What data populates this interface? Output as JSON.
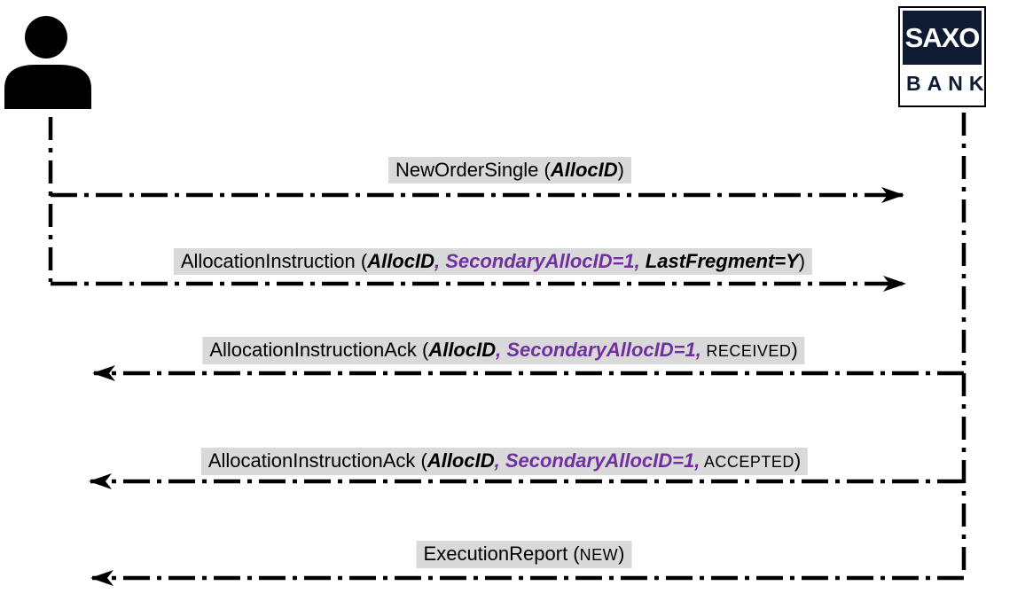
{
  "actors": {
    "client": {
      "icon": "person-icon"
    },
    "bank": {
      "name_top": "SAXO",
      "name_bottom": "BANK"
    }
  },
  "colors": {
    "highlight": "#d9d9d9",
    "purple": "#7030a0",
    "navy": "#0f1b33",
    "line": "#000000"
  },
  "messages": [
    {
      "id": 1,
      "from": "client",
      "to": "bank",
      "direction": "right",
      "segments": [
        {
          "style": "regular",
          "text": "NewOrderSingle ("
        },
        {
          "style": "bold-italic",
          "text": "AllocID"
        },
        {
          "style": "regular",
          "text": ")"
        }
      ]
    },
    {
      "id": 2,
      "from": "client",
      "to": "bank",
      "direction": "right",
      "segments": [
        {
          "style": "regular",
          "text": "AllocationInstruction ("
        },
        {
          "style": "bold-italic",
          "text": "AllocID"
        },
        {
          "style": "bold-italic-purple",
          "text": ", SecondaryAllocID=1,"
        },
        {
          "style": "bold-italic",
          "text": " LastFregment=Y"
        },
        {
          "style": "regular",
          "text": ")"
        }
      ]
    },
    {
      "id": 3,
      "from": "bank",
      "to": "client",
      "direction": "left",
      "segments": [
        {
          "style": "regular",
          "text": "AllocationInstructionAck ("
        },
        {
          "style": "bold-italic",
          "text": "AllocID"
        },
        {
          "style": "bold-italic-purple",
          "text": ", SecondaryAllocID=1,"
        },
        {
          "style": "smallcaps",
          "text": " RECEIVED"
        },
        {
          "style": "regular",
          "text": ")"
        }
      ]
    },
    {
      "id": 4,
      "from": "bank",
      "to": "client",
      "direction": "left",
      "segments": [
        {
          "style": "regular",
          "text": "AllocationInstructionAck ("
        },
        {
          "style": "bold-italic",
          "text": "AllocID"
        },
        {
          "style": "bold-italic-purple",
          "text": ", SecondaryAllocID=1,"
        },
        {
          "style": "smallcaps",
          "text": " ACCEPTED"
        },
        {
          "style": "regular",
          "text": ")"
        }
      ]
    },
    {
      "id": 5,
      "from": "bank",
      "to": "client",
      "direction": "left",
      "segments": [
        {
          "style": "regular",
          "text": "ExecutionReport ("
        },
        {
          "style": "smallcaps",
          "text": "NEW"
        },
        {
          "style": "regular",
          "text": ")"
        }
      ]
    }
  ]
}
